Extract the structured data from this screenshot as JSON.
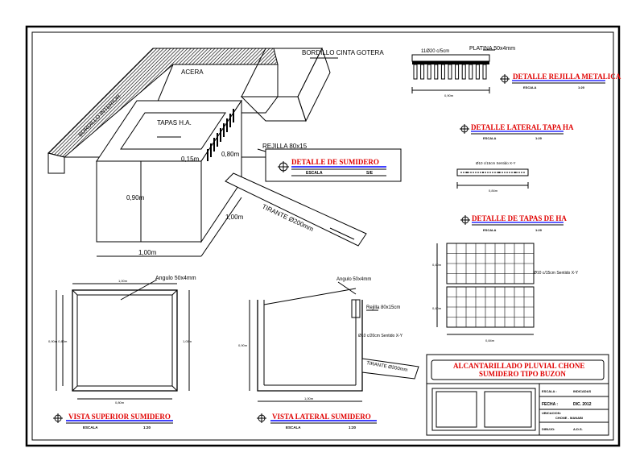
{
  "labels": {
    "bordillo_cinta_gotera": "BORDILLO CINTA GOTERA",
    "acera": "ACERA",
    "bordillo_interior": "BORDILLO INTERIOR",
    "tapas_ha": "TAPAS H.A.",
    "rejilla": "REJILLA 80x15",
    "dim_015": "0,15m",
    "dim_080": "0,80m",
    "dim_090": "0,90m",
    "dim_100a": "1,00m",
    "dim_100b": "1,00m",
    "tirante": "TIRANTE Ø200mm",
    "angulo_top": "Angulo 50x4mm",
    "angulo_lat": "Angulo 50x4mm",
    "rejilla_lat": "Rejilla 80x15cm",
    "bar_lat": "Ø10 c/20cm Sentido X-Y",
    "tirante_lat": "TIRANTE Ø200mm",
    "rejilla_bars": "11Ø20 c/5cm",
    "platina": "PLATINA 50x4mm",
    "tapa_bar": "Ø10 c/15cm Sentido X-Y",
    "tapas_bar": "Ø10 c/15cm Sentido X-Y",
    "dim_small_090": "0,90m",
    "dim_small_080": "0,80m",
    "dim_small_100": "1,00m",
    "dim_small_040a": "0,40m",
    "dim_small_040b": "0,40m",
    "dim_small_084": "0,84m",
    "dim_small_top": "1,00m",
    "dim_small_side": "0,90m 0,80m",
    "dim_small_side2": "1,00m",
    "dim_small_lat_h": "0,90m",
    "dim_small_lat_w": "1,00m"
  },
  "titles": {
    "sumidero": {
      "name": "DETALLE DE SUMIDERO",
      "escala_label": "ESCALA",
      "escala_value": "S/E"
    },
    "rejilla": {
      "name": "DETALLE REJILLA METALICA",
      "escala_label": "ESCALA",
      "escala_value": "1:20"
    },
    "lateral_tapa": {
      "name": "DETALLE LATERAL TAPA HA",
      "escala_label": "ESCALA",
      "escala_value": "1:20"
    },
    "tapas_ha": {
      "name": "DETALLE DE TAPAS DE HA",
      "escala_label": "ESCALA",
      "escala_value": "1:20"
    },
    "vista_superior": {
      "name": "VISTA SUPERIOR SUMIDERO",
      "escala_label": "ESCALA",
      "escala_value": "1:20"
    },
    "vista_lateral": {
      "name": "VISTA LATERAL SUMIDERO",
      "escala_label": "ESCALA",
      "escala_value": "1:20"
    }
  },
  "title_block": {
    "project_line1": "ALCANTARILLADO PLUVIAL CHONE",
    "project_line2": "SUMIDERO TIPO BUZON",
    "escala_label": "ESCALA :",
    "escala_value": "INDICADAS",
    "fecha_label": "FECHA :",
    "fecha_value": "DIC. 2012",
    "ubicacion_label": "UBICACION:",
    "ubicacion_value": "CHONE - MANABI",
    "dibujo_label": "DIBUJO:",
    "dibujo_value": "A.D.S."
  },
  "colors": {
    "title_red": "#e00000",
    "underline_blue": "#0000ff",
    "line": "#000000"
  }
}
